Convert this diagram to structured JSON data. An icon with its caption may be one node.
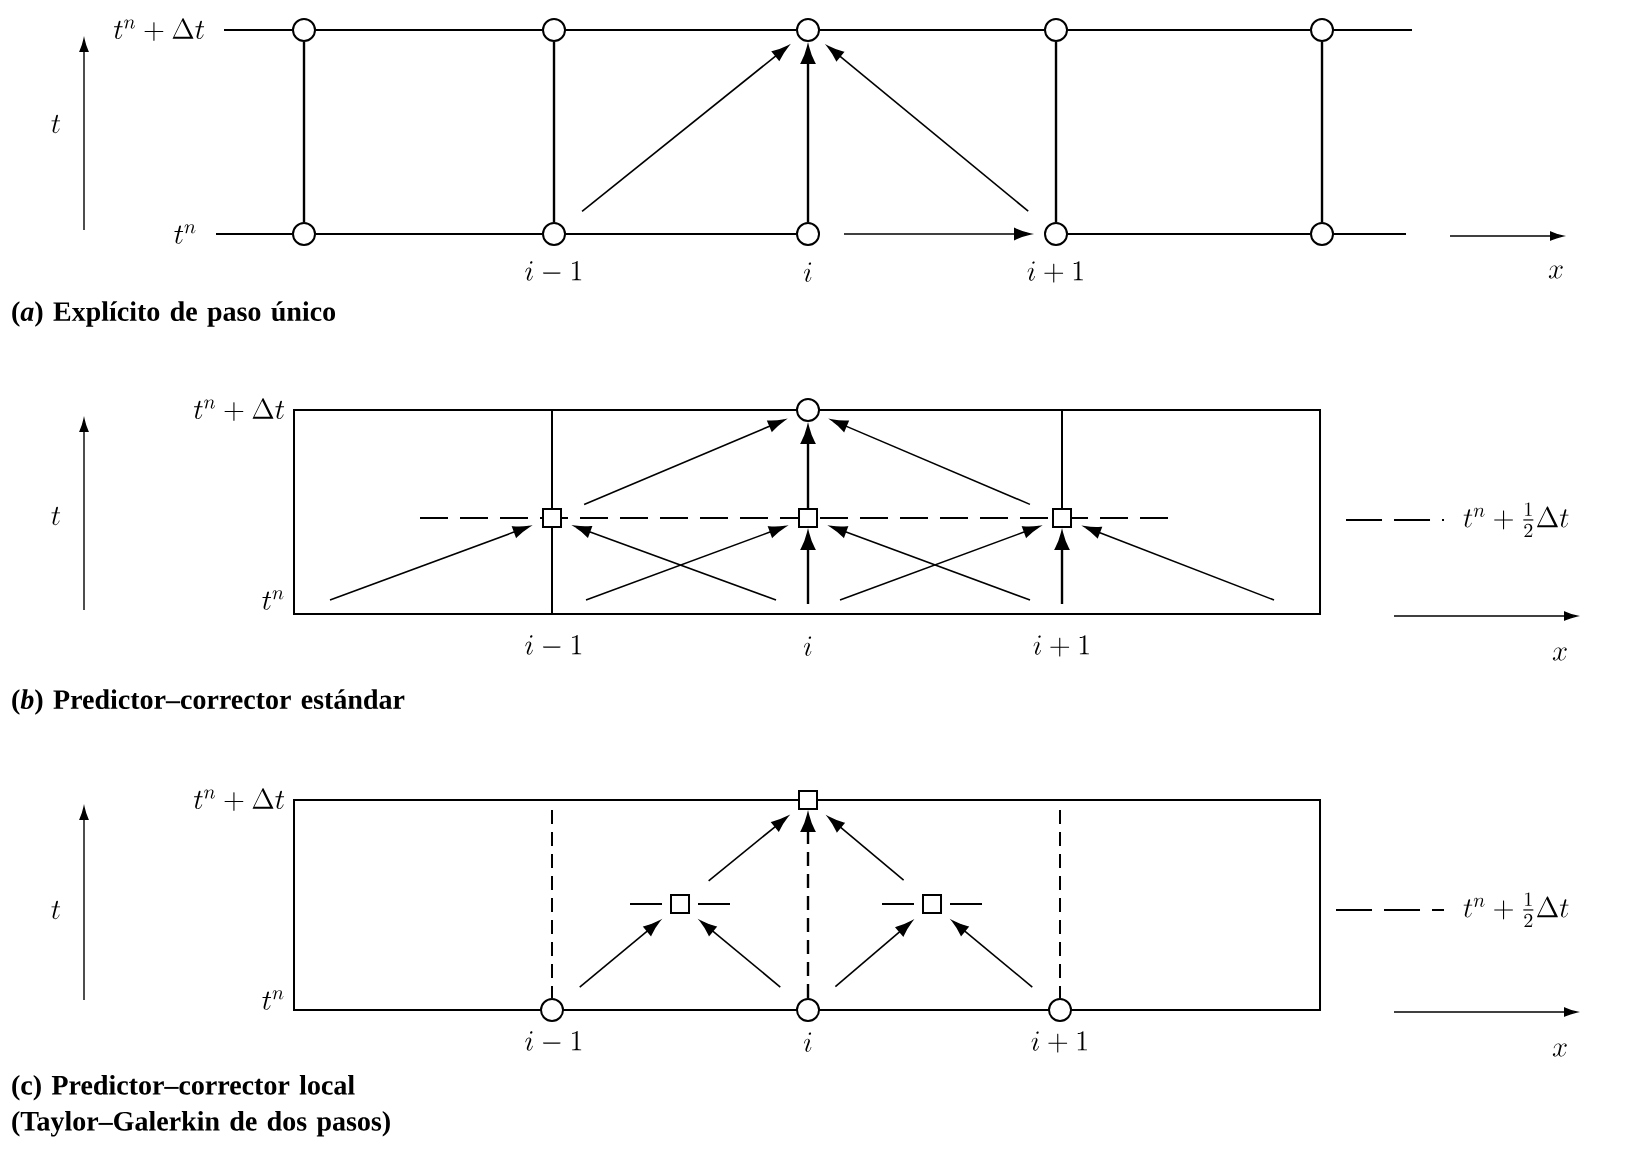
{
  "diagram": {
    "nodes": [
      {
        "text": [],
        "shape": "circle"
      },
      {
        "text": [],
        "shape": "circle"
      },
      {
        "text": [],
        "shape": "circle"
      },
      {
        "text": [],
        "shape": "circle"
      },
      {
        "text": [],
        "shape": "circle"
      },
      {
        "text": [],
        "shape": "circle"
      },
      {
        "text": [],
        "shape": "circle"
      },
      {
        "text": [],
        "shape": "circle"
      },
      {
        "text": [],
        "shape": "circle"
      },
      {
        "text": [],
        "shape": "circle"
      },
      {
        "text": [],
        "shape": "circle"
      },
      {
        "text": [],
        "shape": "box"
      },
      {
        "text": [],
        "shape": "box"
      },
      {
        "text": [],
        "shape": "box"
      },
      {
        "text": [],
        "shape": "box"
      },
      {
        "text": [],
        "shape": "box"
      },
      {
        "text": [],
        "shape": "box"
      },
      {
        "text": [],
        "shape": "circle"
      },
      {
        "text": [],
        "shape": "circle"
      },
      {
        "text": [],
        "shape": "circle"
      }
    ],
    "edges": [
      {
        "from": 6,
        "to": 2,
        "arrow": "to"
      },
      {
        "from": 7,
        "to": 2,
        "arrow": "to"
      },
      {
        "from": 8,
        "to": 2,
        "arrow": "to"
      },
      {
        "from": 7,
        "to": 8,
        "arrow": "to"
      },
      {
        "from": null,
        "to": 11,
        "arrow": "to"
      },
      {
        "from": null,
        "to": 11,
        "arrow": "to"
      },
      {
        "from": null,
        "to": 12,
        "arrow": "to"
      },
      {
        "from": null,
        "to": 12,
        "arrow": "to"
      },
      {
        "from": null,
        "to": 12,
        "arrow": "to"
      },
      {
        "from": null,
        "to": 13,
        "arrow": "to"
      },
      {
        "from": null,
        "to": 13,
        "arrow": "to"
      },
      {
        "from": null,
        "to": 13,
        "arrow": "to"
      },
      {
        "from": 11,
        "to": 10,
        "arrow": "to"
      },
      {
        "from": 12,
        "to": 10,
        "arrow": "to"
      },
      {
        "from": 13,
        "to": 10,
        "arrow": "to"
      },
      {
        "from": 17,
        "to": 15,
        "arrow": "to"
      },
      {
        "from": 18,
        "to": 15,
        "arrow": "to"
      },
      {
        "from": 18,
        "to": 16,
        "arrow": "to"
      },
      {
        "from": 19,
        "to": 16,
        "arrow": "to"
      },
      {
        "from": 15,
        "to": 14,
        "arrow": "to"
      },
      {
        "from": 16,
        "to": 14,
        "arrow": "to"
      },
      {
        "from": 18,
        "to": 14,
        "arrow": "to",
        "style": "dashed"
      },
      {
        "from": 0,
        "to": 1,
        "arrow": "none"
      },
      {
        "from": 1,
        "to": 2,
        "arrow": "none"
      },
      {
        "from": 2,
        "to": 3,
        "arrow": "none"
      },
      {
        "from": 3,
        "to": 4,
        "arrow": "none"
      },
      {
        "from": 5,
        "to": 6,
        "arrow": "none"
      },
      {
        "from": 6,
        "to": 7,
        "arrow": "none"
      },
      {
        "from": 8,
        "to": 9,
        "arrow": "none"
      },
      {
        "from": 5,
        "to": 0,
        "arrow": "none"
      },
      {
        "from": 6,
        "to": 1,
        "arrow": "none"
      },
      {
        "from": 8,
        "to": 3,
        "arrow": "none"
      },
      {
        "from": 9,
        "to": 4,
        "arrow": "none"
      }
    ],
    "labels": [
      "t^{n} + \\Delta t",
      "t",
      "t^{n}",
      "i - 1",
      "i",
      "i + 1",
      "x",
      "(*a*) Explícito de paso único",
      "t^{n} + \\Delta t",
      "t",
      "t^{n} + \\tfrac{1}{2}\\Delta t",
      "t^{n}",
      "i - 1",
      "i",
      "i + 1",
      "x",
      "(*b*) Predictor–corrector estándar",
      "t^{n} + \\Delta t",
      "t",
      "t^{n} + \\tfrac{1}{2}\\Delta t",
      "t^{n}",
      "i - 1",
      "i",
      "i + 1",
      "x",
      "(c) Predictor–corrector local (Taylor–Galerkin de dos pasos)"
    ]
  }
}
